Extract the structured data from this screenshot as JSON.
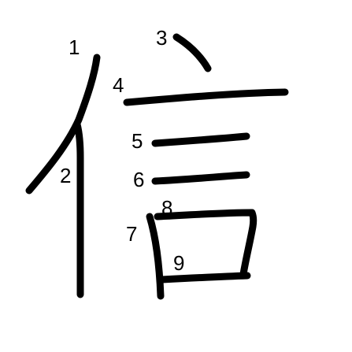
{
  "character": "信",
  "stroke_color": "#000000",
  "background_color": "#ffffff",
  "stroke_numbers": [
    "1",
    "2",
    "3",
    "4",
    "5",
    "6",
    "7",
    "8",
    "9"
  ]
}
